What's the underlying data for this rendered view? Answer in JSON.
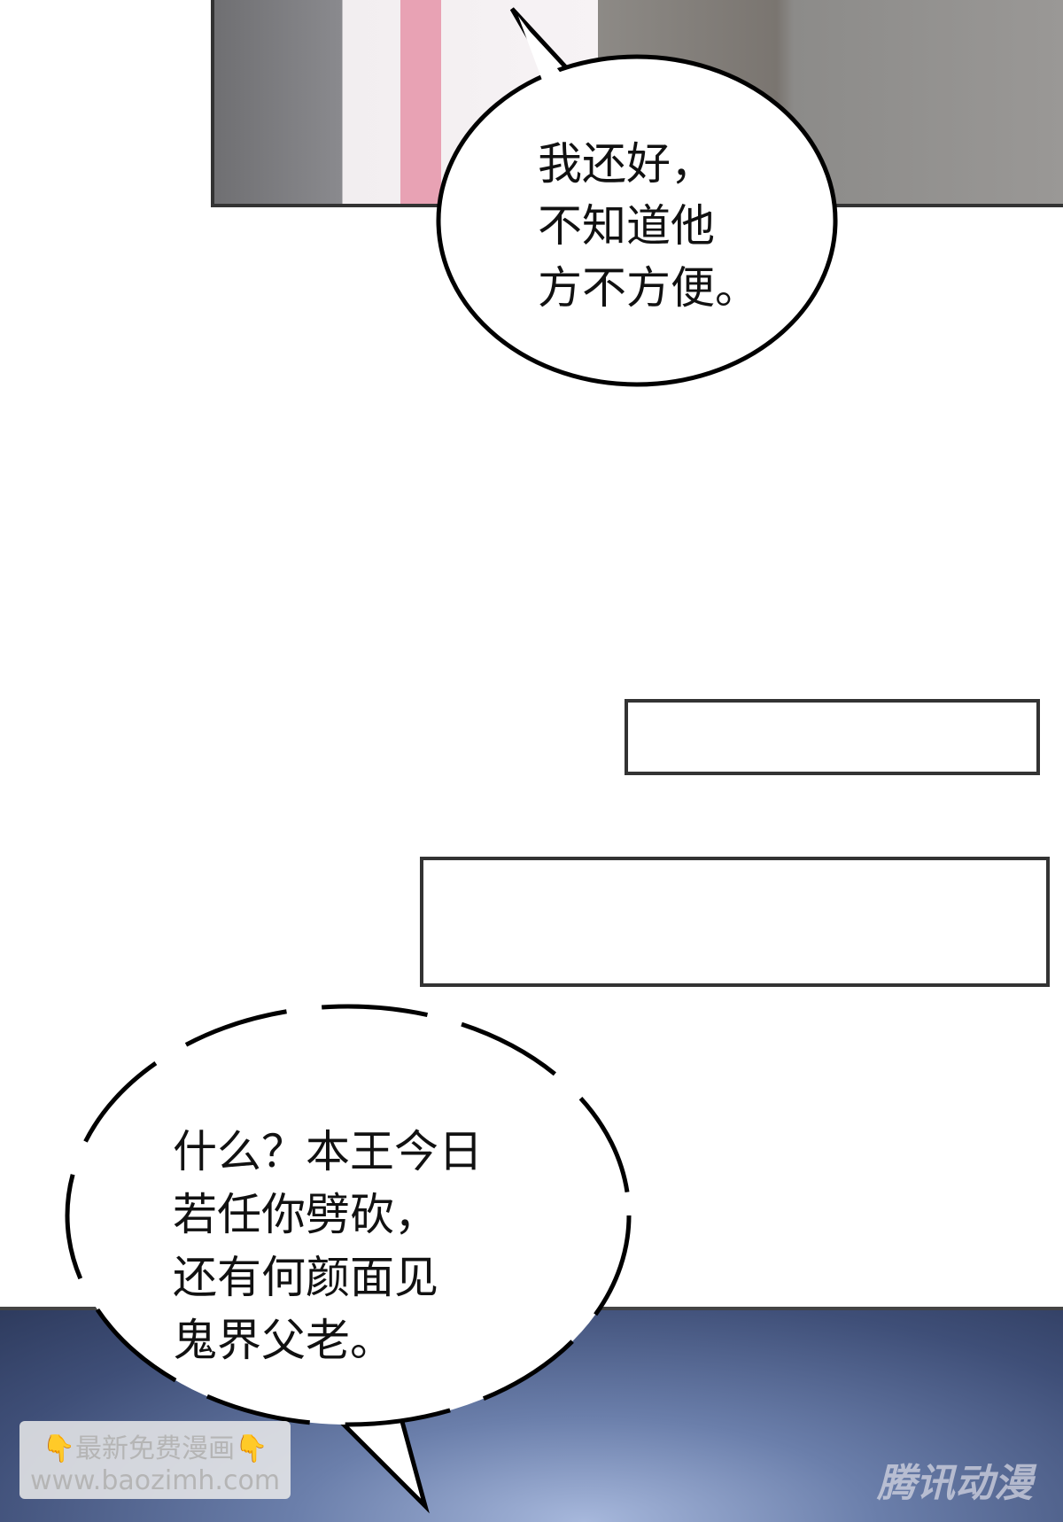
{
  "bubbles": [
    {
      "lines": [
        "我还好，",
        "不知道他",
        "方不方便。"
      ]
    },
    {
      "lines": [
        "什么？本王今日",
        "若任你劈砍，",
        "还有何颜面见",
        "鬼界父老。"
      ]
    }
  ],
  "watermark": {
    "line1": "最新免费漫画",
    "line2": "www.baozimh.com",
    "icon": "pointing-down-hand-icon"
  },
  "publisher_mark": "腾讯动漫"
}
